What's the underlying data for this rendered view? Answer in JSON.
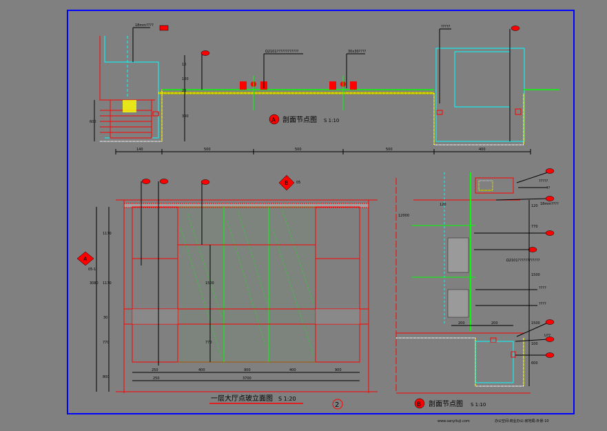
{
  "drawing": {
    "section_a": {
      "marker": "A",
      "title": "剖面节点图",
      "scale": "S 1:10",
      "callouts": [
        "18mm????",
        "Ω2101????????????",
        "30x30????",
        "?????"
      ],
      "vertical_dims": [
        "10",
        "120",
        "20",
        "300"
      ],
      "left_dim": "600",
      "bottom_dims": [
        "140",
        "500",
        "500",
        "500",
        "400"
      ]
    },
    "elevation": {
      "title": "一层大厅点玻立面图",
      "scale": "S 1:20",
      "number": "2",
      "marker_a": "A",
      "marker_a_sub": "05-1",
      "marker_b": "B",
      "marker_b_sub": "05",
      "left_dims": [
        "1170",
        "1170",
        "30",
        "770",
        "800"
      ],
      "left_outer_dim": "3080",
      "center_v_dims": [
        "1500",
        "770"
      ],
      "bottom_dims": [
        "250",
        "400",
        "900",
        "400",
        "900",
        "250"
      ],
      "bottom_total": "3700"
    },
    "section_b": {
      "marker": "B",
      "title": "剖面节点图",
      "scale": "S 1:10",
      "callouts": [
        "?????",
        "??",
        "18mm????",
        "Ω2101????????????",
        "????",
        "????",
        "U??"
      ],
      "top_label": "12000",
      "v_dims": [
        "120",
        "120",
        "770",
        "1500",
        "1500",
        "100",
        "600"
      ],
      "h_dims": [
        "200",
        "200"
      ]
    },
    "footer": {
      "website": "www.sanyituji.com",
      "path": "办公空间-商业办公-房地局-外景-10"
    }
  }
}
